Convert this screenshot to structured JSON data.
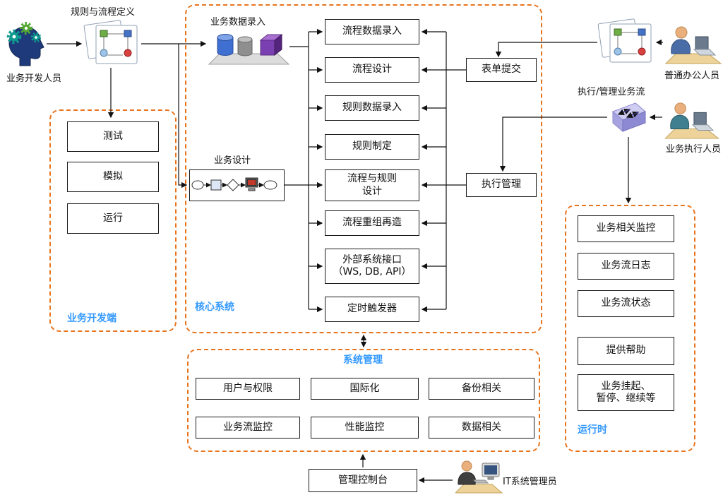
{
  "colors": {
    "panel_border": "#e8741e",
    "panel_title": "#3399ff",
    "box_border": "#1a1a1a",
    "connector": "#111111"
  },
  "labels": {
    "rules_process_definition": "规则与流程定义",
    "developer": "业务开发人员",
    "business_data_entry": "业务数据录入",
    "business_design": "业务设计",
    "office_staff": "普通办公人员",
    "exec_manage_flow": "执行/管理业务流",
    "executor": "业务执行人员",
    "it_admin": "IT系统管理员"
  },
  "dev_panel": {
    "title": "业务开发端",
    "items": [
      "测试",
      "模拟",
      "运行"
    ]
  },
  "core_panel": {
    "title": "核心系统",
    "stack": [
      "流程数据录入",
      "流程设计",
      "规则数据录入",
      "规则制定",
      "流程与规则\n设计",
      "流程重组再造",
      "外部系统接口\n（WS, DB, API）",
      "定时触发器"
    ],
    "form_submit": "表单提交",
    "exec_management": "执行管理"
  },
  "runtime_panel": {
    "title": "运行时",
    "items": [
      "业务相关监控",
      "业务流日志",
      "业务流状态",
      "提供帮助",
      "业务挂起、\n暂停、继续等"
    ]
  },
  "sysmgmt_panel": {
    "title": "系统管理",
    "items": [
      "用户与权限",
      "国际化",
      "备份相关",
      "业务流监控",
      "性能监控",
      "数据相关"
    ]
  },
  "console": {
    "label": "管理控制台"
  }
}
